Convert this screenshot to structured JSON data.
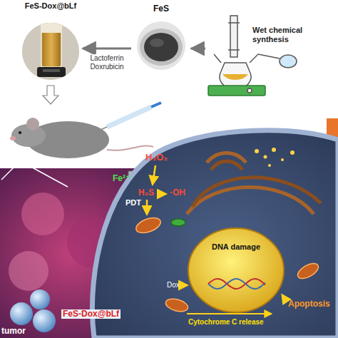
{
  "diagram": {
    "nodes": [
      {
        "text": [
          "FeS-Dox@bLf"
        ]
      },
      {
        "text": [
          "FeS"
        ]
      },
      {
        "text": [
          "Wet chemical synthesis"
        ]
      },
      {
        "text": [
          "DNA damage"
        ]
      }
    ],
    "edges": [
      {
        "from": 1,
        "to": 0,
        "arrow": "to",
        "label": "Lactoferrin Doxrubicin"
      },
      {
        "from": 2,
        "to": 1,
        "arrow": "to"
      }
    ],
    "labels": [
      "PDT",
      "tumor",
      "FeS-Dox@bLf",
      "H₂O₂",
      "Fe²⁺",
      "H₂S",
      "·OH",
      "Dox",
      "Cytochrome C release",
      "Apoptosis"
    ]
  }
}
